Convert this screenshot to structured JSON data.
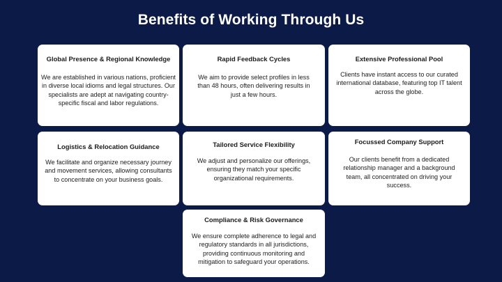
{
  "title": "Benefits of Working Through Us",
  "cards": [
    {
      "heading": "Global Presence & Regional Knowledge",
      "body": "We are established in various nations, proficient in diverse local idioms and legal structures. Our specialists are adept at navigating country-specific fiscal and labor regulations."
    },
    {
      "heading": "Rapid Feedback Cycles",
      "body": "We aim to provide select profiles in less than 48 hours, often delivering results in just a few hours."
    },
    {
      "heading": "Extensive Professional Pool",
      "body": "Clients have instant access to our curated international database, featuring top IT talent across the globe."
    },
    {
      "heading": "Logistics & Relocation Guidance",
      "body": "We facilitate and organize necessary journey and movement services, allowing consultants to concentrate on your business goals."
    },
    {
      "heading": "Tailored Service Flexibility",
      "body": "We adjust and personalize our offerings, ensuring they match your specific organizational requirements."
    },
    {
      "heading": "Focussed Company Support",
      "body": "Our clients benefit from a dedicated relationship manager and a background team, all concentrated on driving your success."
    },
    {
      "heading": "Compliance & Risk Governance",
      "body": "We ensure complete adherence to legal and regulatory standards in all jurisdictions, providing continuous monitoring and mitigation to safeguard your operations."
    }
  ]
}
